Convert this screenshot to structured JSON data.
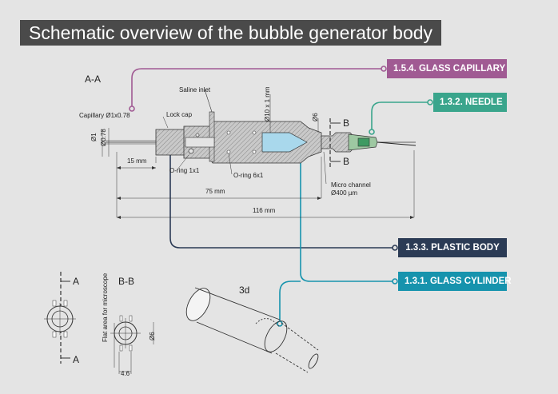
{
  "title": "Schematic overview of the bubble generator body",
  "callouts": {
    "glass_capillary": "1.5.4. GLASS CAPILLARY",
    "needle": "1.3.2. NEEDLE",
    "plastic_body": "1.3.3. PLASTIC BODY",
    "glass_cylinder": "1.3.1. GLASS CYLINDER"
  },
  "colors": {
    "glass_capillary": "#a05a93",
    "needle": "#3aa58c",
    "plastic_body": "#2b3b55",
    "glass_cylinder": "#1693ad",
    "title_bg": "#4a4a4a"
  },
  "section_labels": {
    "aa": "A-A",
    "bb": "B-B",
    "a": "A",
    "b": "B",
    "three_d": "3d"
  },
  "annotations": {
    "saline_inlet": "Saline inlet",
    "lock_cap": "Lock cap",
    "capillary": "Capillary Ø1x0.78",
    "phi1": "Ø1",
    "phi078": "Ø0.78",
    "oring_1x1": "O-ring 1x1",
    "oring_6x1": "O-ring 6x1",
    "phi10": "Ø10 x 1 mm",
    "phi6": "Ø6",
    "micro_channel": "Micro channel",
    "micro_channel_d": "Ø400 µm",
    "flat_area": "Flat area for microscope",
    "phi6_small": "Ø6",
    "w46": "4.6"
  },
  "dimensions": {
    "d15": "15 mm",
    "d75": "75 mm",
    "d116": "116 mm"
  }
}
